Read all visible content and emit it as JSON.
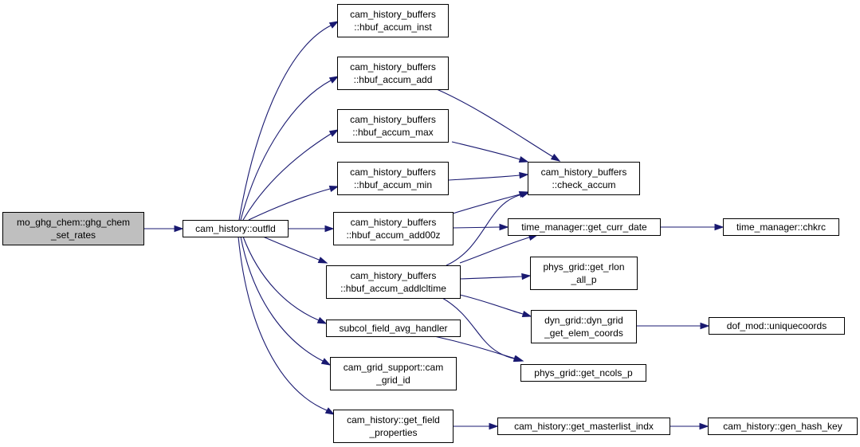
{
  "diagram": {
    "colors": {
      "edge": "#191970",
      "root_fill": "#bfbfbf",
      "node_fill": "#ffffff",
      "node_border": "#000000"
    },
    "nodes": [
      {
        "id": "root",
        "label1": "mo_ghg_chem::ghg_chem",
        "label2": "_set_rates",
        "root": true
      },
      {
        "id": "outfld",
        "label1": "cam_history::outfld",
        "label2": ""
      },
      {
        "id": "accum_inst",
        "label1": "cam_history_buffers",
        "label2": "::hbuf_accum_inst"
      },
      {
        "id": "accum_add",
        "label1": "cam_history_buffers",
        "label2": "::hbuf_accum_add"
      },
      {
        "id": "accum_max",
        "label1": "cam_history_buffers",
        "label2": "::hbuf_accum_max"
      },
      {
        "id": "accum_min",
        "label1": "cam_history_buffers",
        "label2": "::hbuf_accum_min"
      },
      {
        "id": "accum_add00z",
        "label1": "cam_history_buffers",
        "label2": "::hbuf_accum_add00z"
      },
      {
        "id": "accum_addlcl",
        "label1": "cam_history_buffers",
        "label2": "::hbuf_accum_addlcltime"
      },
      {
        "id": "subcol",
        "label1": "subcol_field_avg_handler",
        "label2": ""
      },
      {
        "id": "grid_id",
        "label1": "cam_grid_support::cam",
        "label2": "_grid_id"
      },
      {
        "id": "get_field",
        "label1": "cam_history::get_field",
        "label2": "_properties"
      },
      {
        "id": "check_accum",
        "label1": "cam_history_buffers",
        "label2": "::check_accum"
      },
      {
        "id": "curr_date",
        "label1": "time_manager::get_curr_date",
        "label2": ""
      },
      {
        "id": "chkrc",
        "label1": "time_manager::chkrc",
        "label2": ""
      },
      {
        "id": "get_rlon",
        "label1": "phys_grid::get_rlon",
        "label2": "_all_p"
      },
      {
        "id": "elem_coords",
        "label1": "dyn_grid::dyn_grid",
        "label2": "_get_elem_coords"
      },
      {
        "id": "uniquecoords",
        "label1": "dof_mod::uniquecoords",
        "label2": ""
      },
      {
        "id": "ncols",
        "label1": "phys_grid::get_ncols_p",
        "label2": ""
      },
      {
        "id": "masterlist",
        "label1": "cam_history::get_masterlist_indx",
        "label2": ""
      },
      {
        "id": "hash_key",
        "label1": "cam_history::gen_hash_key",
        "label2": ""
      }
    ],
    "edges": [
      {
        "from": "root",
        "to": "outfld"
      },
      {
        "from": "outfld",
        "to": "accum_inst"
      },
      {
        "from": "outfld",
        "to": "accum_add"
      },
      {
        "from": "outfld",
        "to": "accum_max"
      },
      {
        "from": "outfld",
        "to": "accum_min"
      },
      {
        "from": "outfld",
        "to": "accum_add00z"
      },
      {
        "from": "outfld",
        "to": "accum_addlcl"
      },
      {
        "from": "outfld",
        "to": "subcol"
      },
      {
        "from": "outfld",
        "to": "grid_id"
      },
      {
        "from": "outfld",
        "to": "get_field"
      },
      {
        "from": "accum_add",
        "to": "check_accum"
      },
      {
        "from": "accum_max",
        "to": "check_accum"
      },
      {
        "from": "accum_min",
        "to": "check_accum"
      },
      {
        "from": "accum_add00z",
        "to": "check_accum"
      },
      {
        "from": "accum_add00z",
        "to": "curr_date"
      },
      {
        "from": "accum_addlcl",
        "to": "check_accum"
      },
      {
        "from": "accum_addlcl",
        "to": "curr_date"
      },
      {
        "from": "accum_addlcl",
        "to": "get_rlon"
      },
      {
        "from": "accum_addlcl",
        "to": "elem_coords"
      },
      {
        "from": "accum_addlcl",
        "to": "ncols"
      },
      {
        "from": "curr_date",
        "to": "chkrc"
      },
      {
        "from": "elem_coords",
        "to": "uniquecoords"
      },
      {
        "from": "subcol",
        "to": "ncols"
      },
      {
        "from": "get_field",
        "to": "masterlist"
      },
      {
        "from": "masterlist",
        "to": "hash_key"
      }
    ]
  }
}
